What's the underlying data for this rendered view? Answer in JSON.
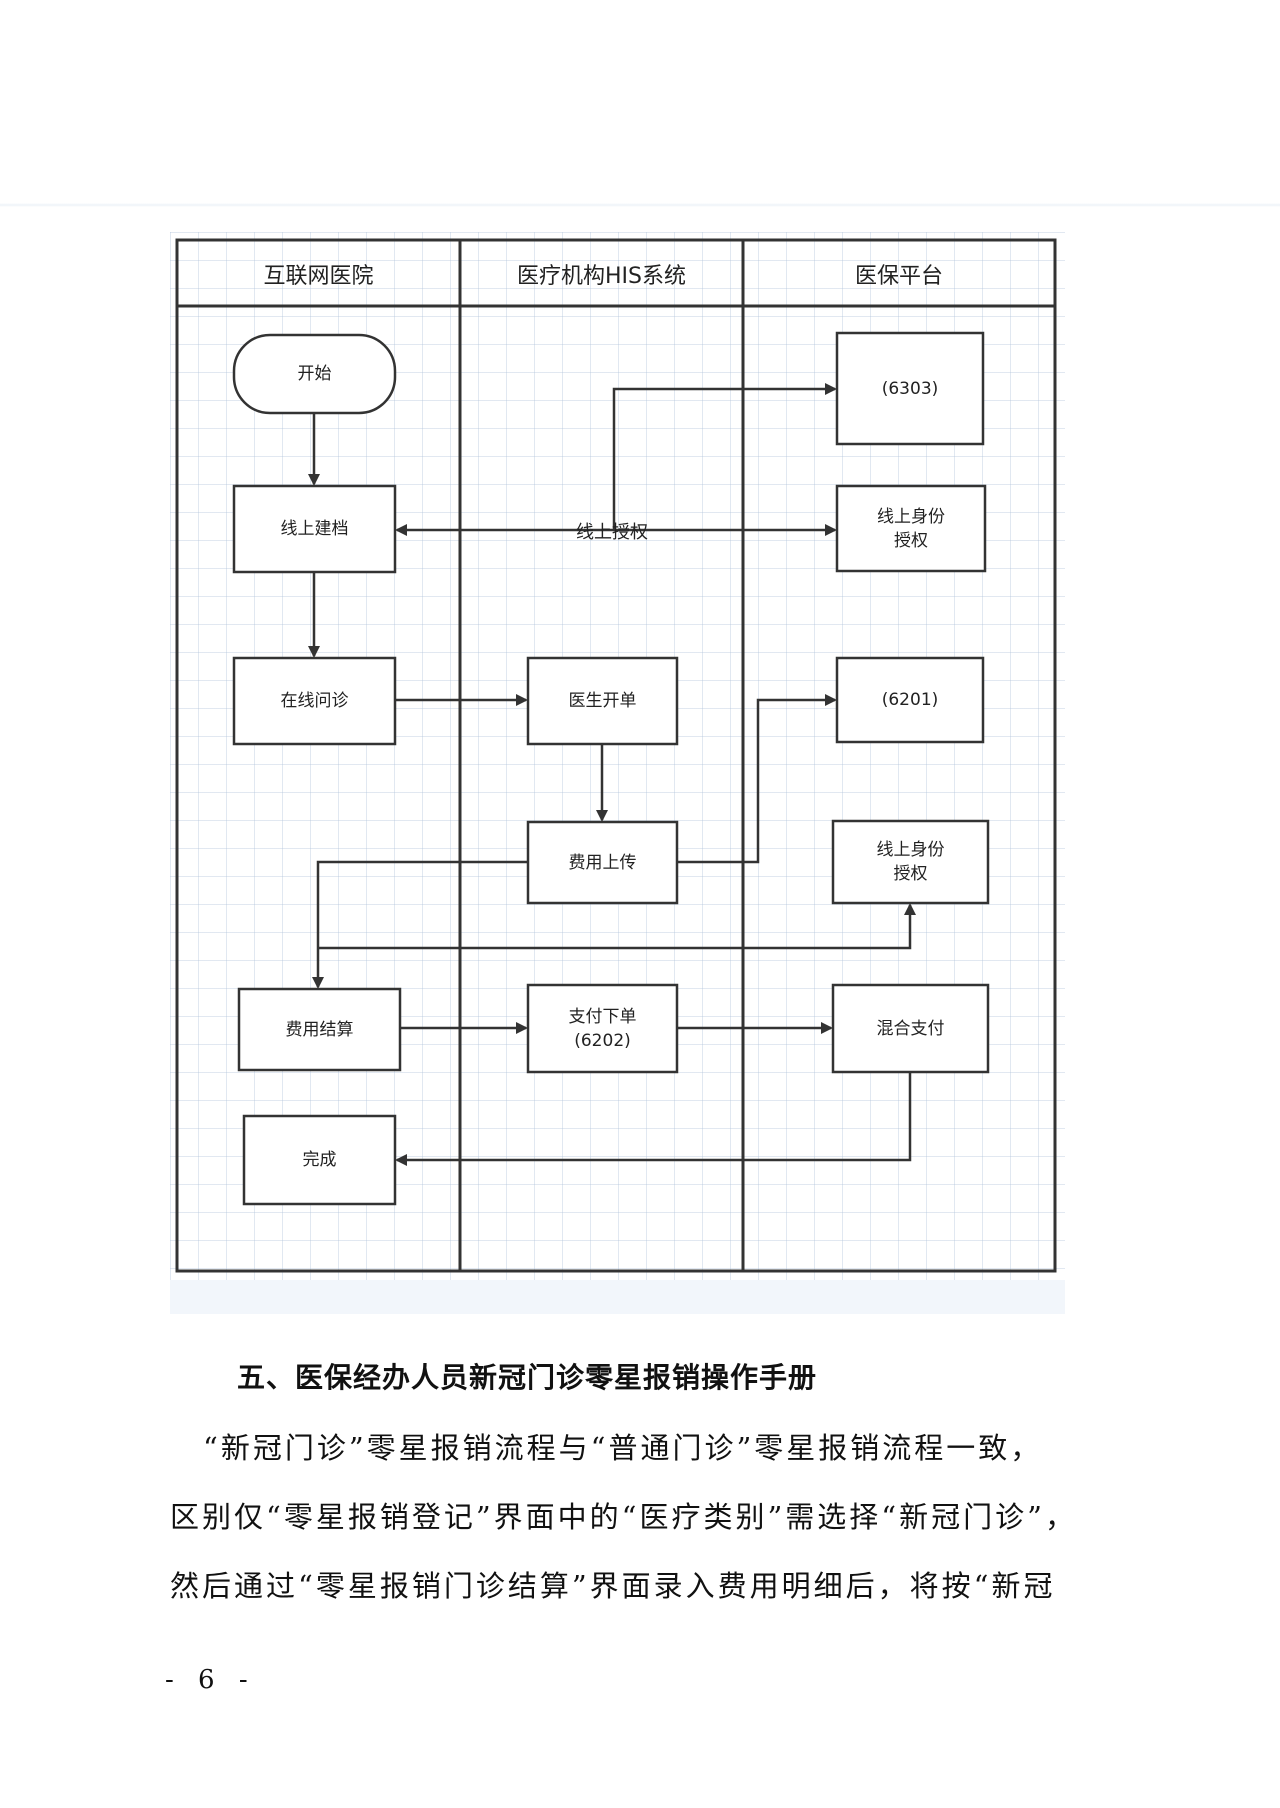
{
  "diagram": {
    "lanes": [
      {
        "title": "互联网医院"
      },
      {
        "title": "医疗机构HIS系统"
      },
      {
        "title": "医保平台"
      }
    ],
    "nodes": {
      "start": "开始",
      "online_filing": "线上建档",
      "online_consult": "在线问诊",
      "fee_settlement": "费用结算",
      "complete": "完成",
      "doctor_order": "医生开单",
      "fee_upload": "费用上传",
      "payment_order": "支付下单\n(6202)",
      "api_6303": "(6303)",
      "identity_auth_1": "线上身份\n授权",
      "api_6201": "(6201)",
      "identity_auth_2": "线上身份\n授权",
      "mixed_payment": "混合支付"
    },
    "edge_labels": {
      "online_auth": "线上授权"
    }
  },
  "section": {
    "heading": "五、医保经办人员新冠门诊零星报销操作手册",
    "paragraph_lines": [
      "“新冠门诊”零星报销流程与“普通门诊”零星报销流程一致，",
      "区别仅“零星报销登记”界面中的“医疗类别”需选择“新冠门诊”，",
      "然后通过“零星报销门诊结算”界面录入费用明细后，将按“新冠"
    ]
  },
  "page_number": "- 6 -",
  "colors": {
    "line": "#333333",
    "grid": "#c5d3e3",
    "text": "#111111"
  }
}
